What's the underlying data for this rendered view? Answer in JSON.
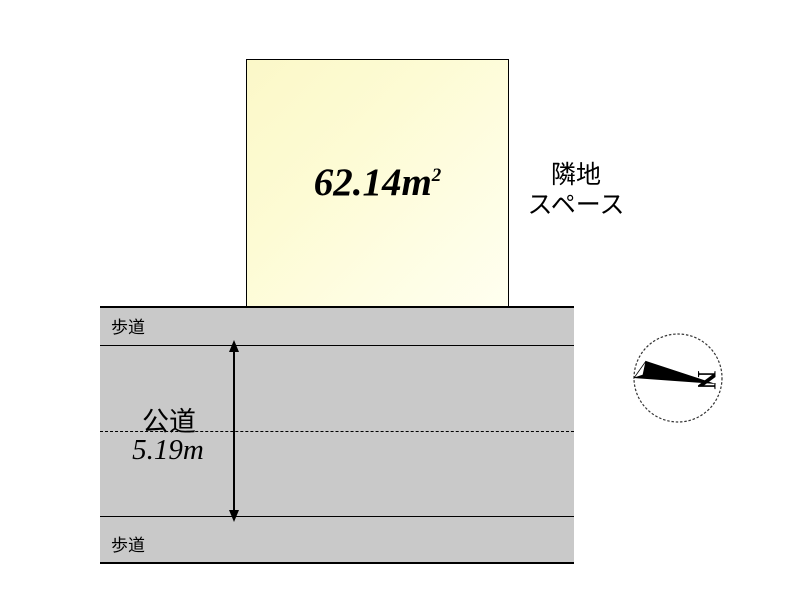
{
  "figure": {
    "title": "land-plot-diagram",
    "background_color": "#ffffff"
  },
  "lot": {
    "area_value": "62.14m",
    "area_superscript": "2",
    "fill_color": "#fdfbd4",
    "border_color": "#000000"
  },
  "annotations": {
    "neighbor_line1": "隣地",
    "neighbor_line2": "スペース"
  },
  "road": {
    "sidewalk_top_label": "歩道",
    "sidewalk_bottom_label": "歩道",
    "road_label": "公道",
    "road_width": "5.19m",
    "fill_color": "#c9c9c9",
    "line_color": "#000000"
  },
  "compass": {
    "north_label": "N",
    "needle_direction": "west"
  }
}
